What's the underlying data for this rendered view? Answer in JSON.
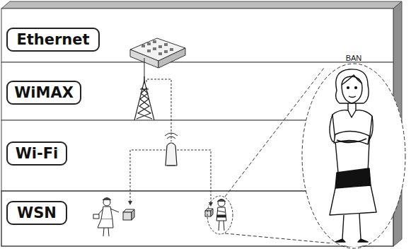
{
  "diagram": {
    "nodes": [
      {
        "text": [
          "Ethernet"
        ]
      },
      {
        "text": [
          "WiMAX"
        ]
      },
      {
        "text": [
          "Wi-Fi"
        ]
      },
      {
        "text": [
          "WSN"
        ]
      },
      {
        "text": [
          "BAN"
        ]
      }
    ]
  }
}
